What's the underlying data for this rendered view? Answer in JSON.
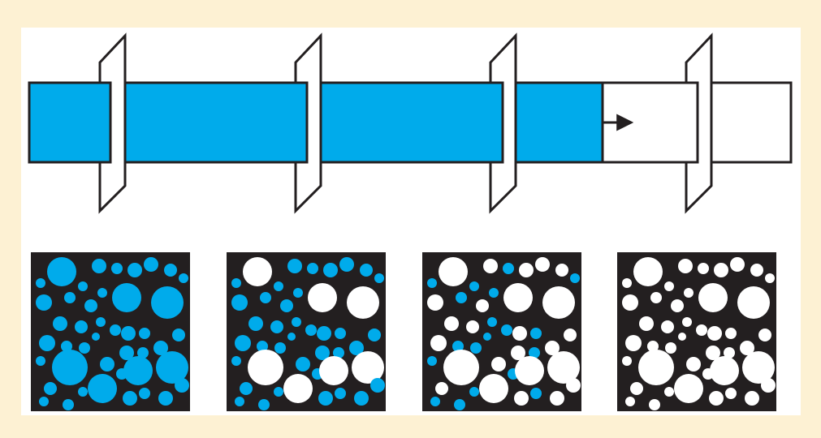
{
  "colors": {
    "page_background": "#fdf1d3",
    "panel_background": "#ffffff",
    "fluid": "#00abeb",
    "outline": "#231f20",
    "square_background": "#231f20",
    "empty_pore": "#ffffff"
  },
  "diagram": {
    "planes": 4,
    "flow_direction": "left-to-right",
    "arrow_icon": "arrow-right-icon"
  },
  "cross_sections": [
    {
      "fill_state": "fully-filled"
    },
    {
      "fill_state": "partially-drained"
    },
    {
      "fill_state": "mostly-drained"
    },
    {
      "fill_state": "empty"
    }
  ]
}
